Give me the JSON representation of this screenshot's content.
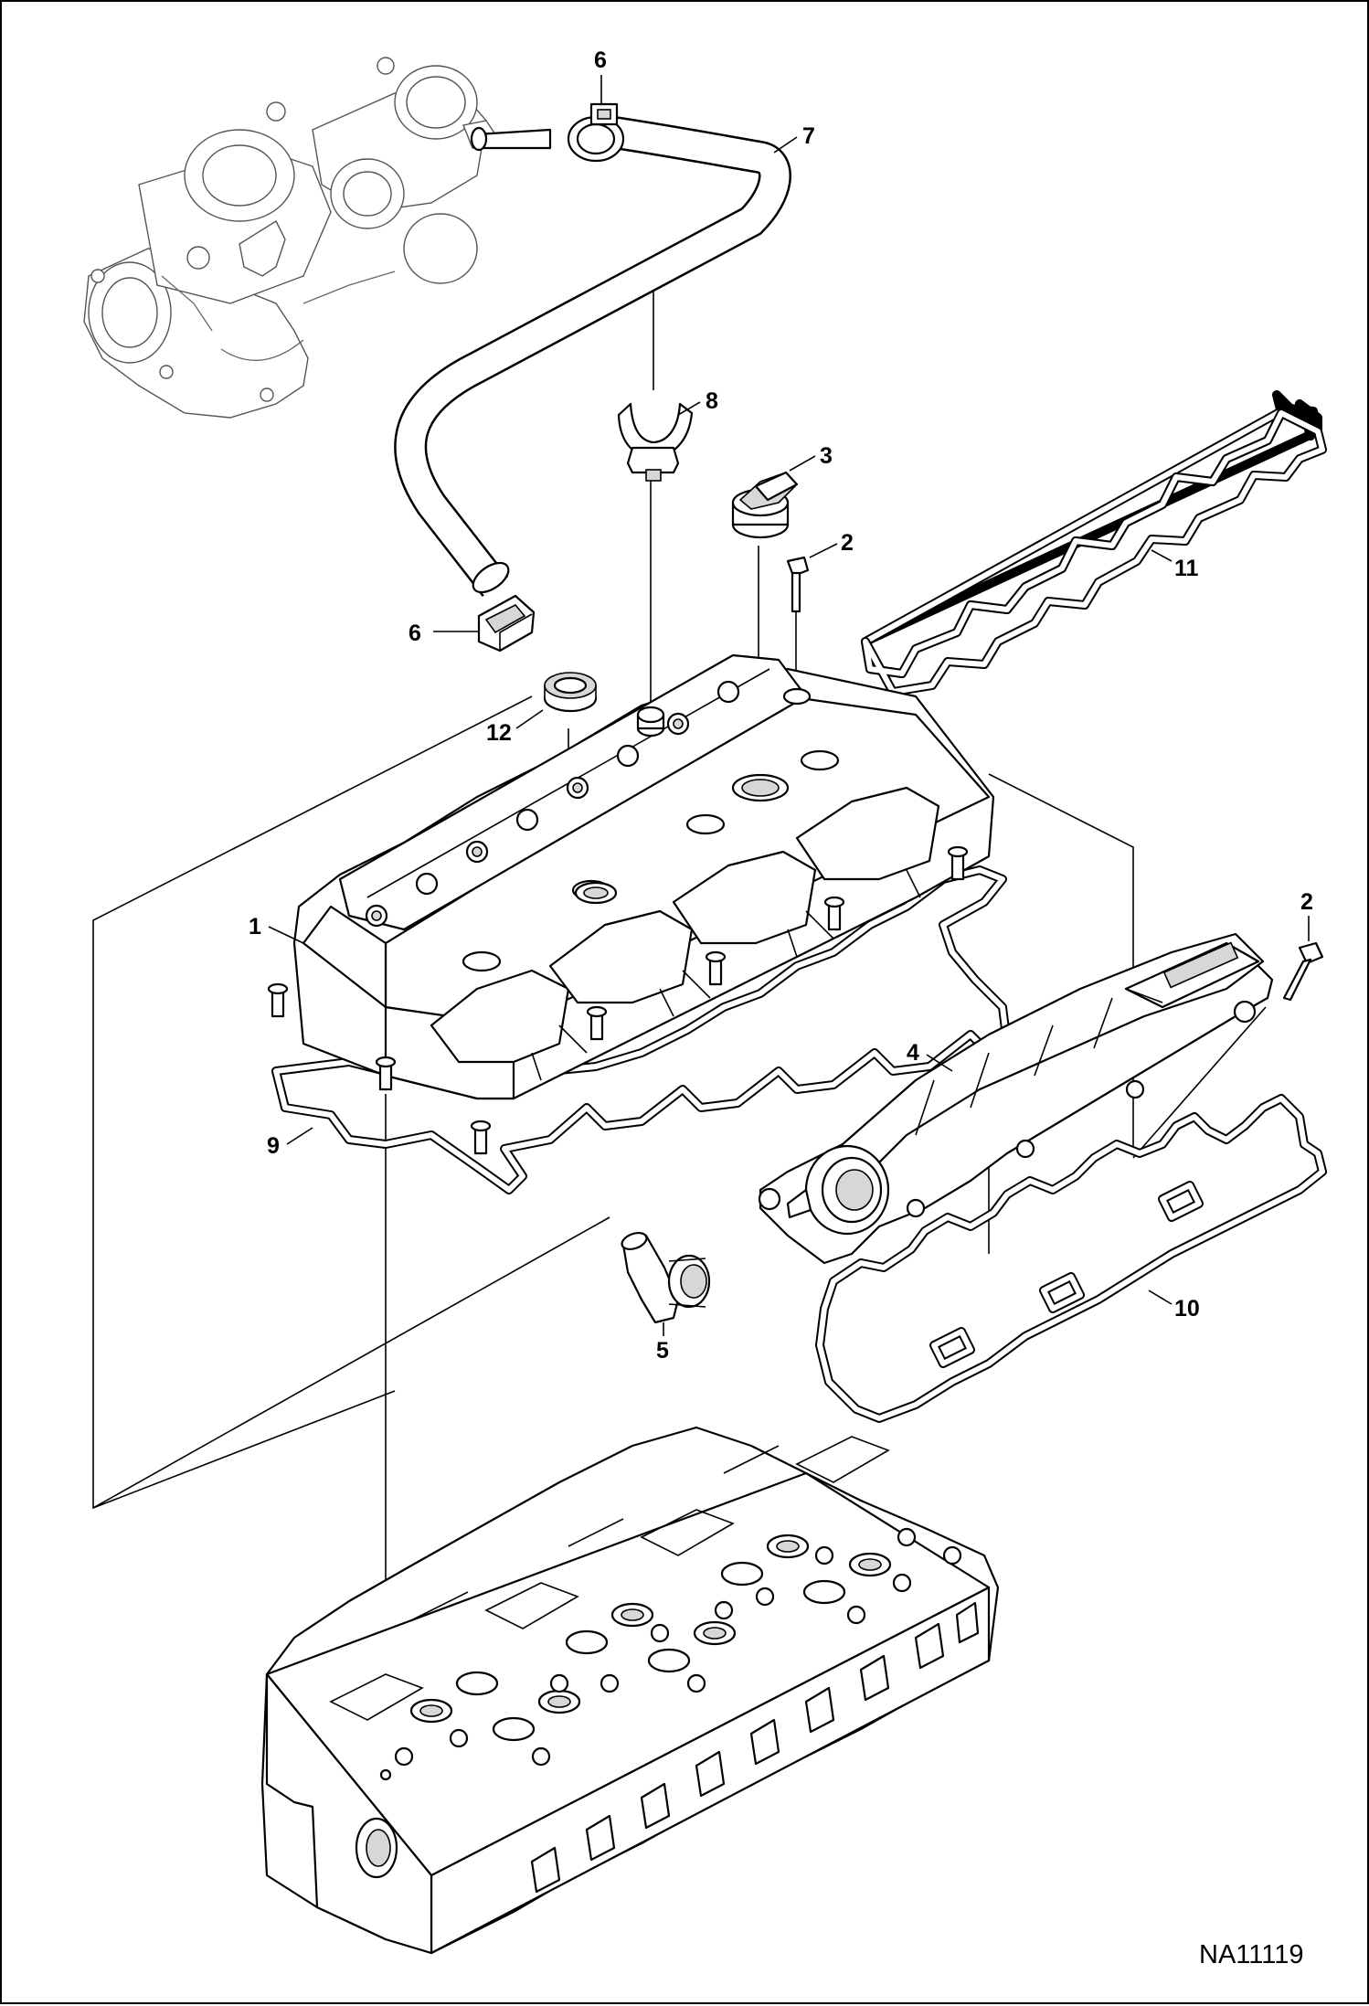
{
  "figure": {
    "reference": "NA11119",
    "parts": [
      {
        "label": "1"
      },
      {
        "label": "2"
      },
      {
        "label": "2"
      },
      {
        "label": "3"
      },
      {
        "label": "4"
      },
      {
        "label": "5"
      },
      {
        "label": "6"
      },
      {
        "label": "6"
      },
      {
        "label": "7"
      },
      {
        "label": "8"
      },
      {
        "label": "9"
      },
      {
        "label": "10"
      },
      {
        "label": "11"
      },
      {
        "label": "12"
      }
    ]
  }
}
